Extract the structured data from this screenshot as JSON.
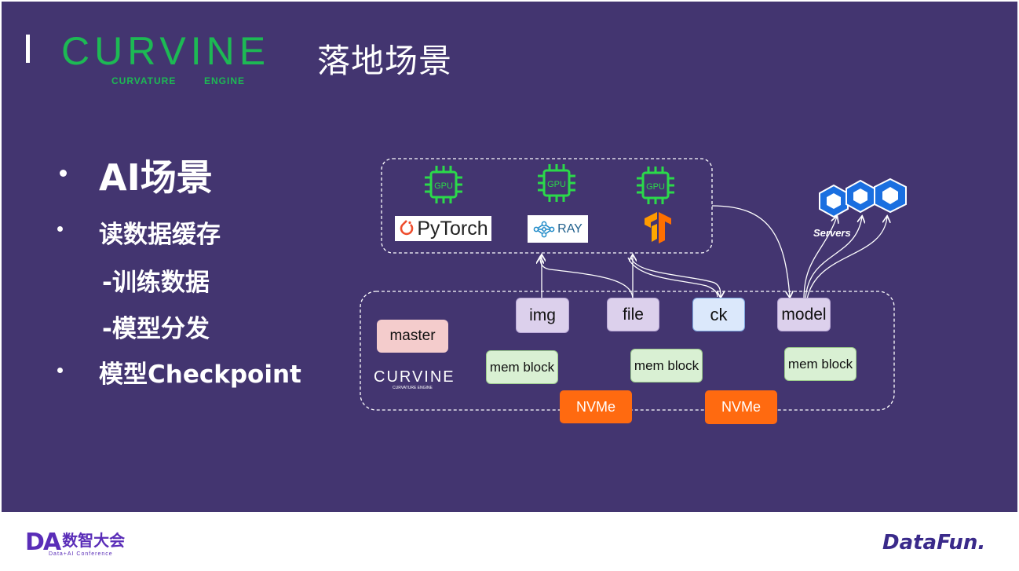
{
  "header": {
    "logo_text": "CURVINE",
    "logo_sub_left": "CURVATURE",
    "logo_sub_right": "ENGINE",
    "title": "落地场景"
  },
  "bullets": [
    {
      "text": "AI场景",
      "level": 0
    },
    {
      "text": "读数据缓存",
      "level": 0
    },
    {
      "text": "-训练数据",
      "level": 1
    },
    {
      "text": "-模型分发",
      "level": 1
    },
    {
      "text": "模型Checkpoint",
      "level": 0
    }
  ],
  "diagram": {
    "gpu_label": "GPU",
    "frameworks": {
      "pytorch": "PyTorch",
      "ray": "RAY"
    },
    "servers_label": "Servers",
    "data_tags": [
      "img",
      "file",
      "ck",
      "model"
    ],
    "master_label": "master",
    "mem_block_label": "mem block",
    "nvme_label": "NVMe",
    "mini_logo_text": "CURVINE",
    "mini_logo_sub": "CURVATURE    ENGINE"
  },
  "footer": {
    "left_logo_mark": "DA",
    "left_logo_cn": "数智大会",
    "left_logo_en": "Data+AI Conference",
    "right_logo": "DataFun."
  },
  "colors": {
    "background": "#433570",
    "brand_green": "#1db954",
    "gpu_green": "#2bd94a",
    "nvme_orange": "#ff6a10",
    "footer_purple": "#5a2db8"
  }
}
